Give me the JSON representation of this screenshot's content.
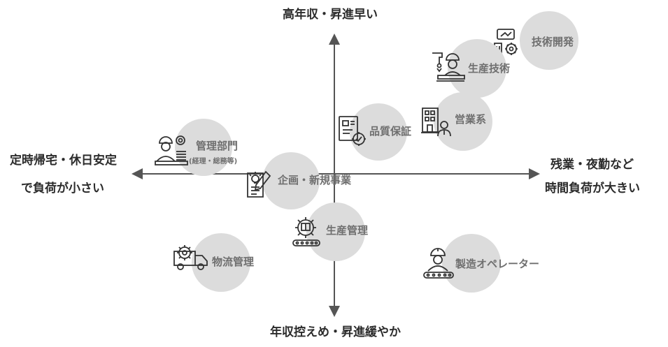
{
  "axes": {
    "top": "高年収・昇進早い",
    "bottom": "年収控えめ・昇進緩やか",
    "left_line1": "定時帰宅・休日安定",
    "left_line2": "で負荷が小さい",
    "right_line1": "残業・夜勤など",
    "right_line2": "時間負荷が大きい"
  },
  "nodes": {
    "gijutsu_kaihatsu": {
      "label": "技術開発",
      "icon": "gear-monitor-icon"
    },
    "seisan_gijutsu": {
      "label": "生産技術",
      "icon": "engineer-robot-arm-icon"
    },
    "eigyo": {
      "label": "営業系",
      "icon": "building-person-icon"
    },
    "hinshitsu_hosho": {
      "label": "品質保証",
      "icon": "checklist-gear-icon"
    },
    "kanri_bumon": {
      "label": "管理部門",
      "sub": "(経理・総務等)",
      "icon": "office-worker-icon"
    },
    "kikaku": {
      "label": "企画・新規事業",
      "icon": "idea-document-icon"
    },
    "seisan_kanri": {
      "label": "生産管理",
      "icon": "gear-conveyor-icon"
    },
    "butsuryu": {
      "label": "物流管理",
      "icon": "delivery-truck-icon"
    },
    "seizo_operator": {
      "label": "製造オペレーター",
      "icon": "worker-conveyor-icon"
    }
  },
  "colors": {
    "axis": "#555555",
    "circle": "#dcdcdc",
    "label": "#6f6f6f",
    "axis_text": "#2b2b2b",
    "icon": "#333333"
  }
}
